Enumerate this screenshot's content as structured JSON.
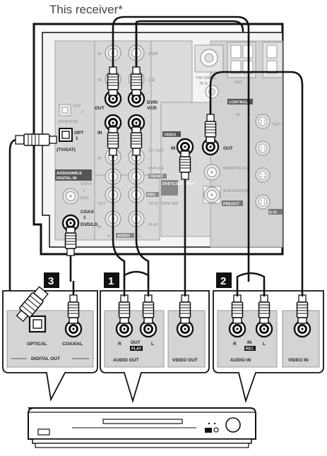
{
  "caption": "This receiver*",
  "receiver": {
    "aux": "AUX",
    "cd": "CD",
    "fm_unbal": "FM UNBAL",
    "fm_ohm": "75 Ω",
    "ant": "ANT",
    "in": "IN",
    "out": "OUT",
    "dvr_vcr_top": "DVR/",
    "dvr_vcr_bottom": "VCR",
    "opt_dvr_vcr": "(DVR/VCR)",
    "opt": "OPT",
    "opt_num1": "1",
    "opt_num2": "2",
    "tv_sat_opt": "(TV/SAT)",
    "assignable": "ASSIGNABLE",
    "digital_in": "DIGITAL IN",
    "coax": "COAX",
    "coax_num1": "1",
    "coax_num2": "2",
    "coax_cd": "(CD)",
    "dvd_ld": "DVD/LD",
    "tv_sat": "TV / SAT",
    "dvd_ld_front": "DVD /LD",
    "front": "FRONT",
    "rec": "REC",
    "cdr_tape_md": "CD-R /TAPE /MD",
    "play": "PLAY",
    "dvd_51ch_input": "DVD 5.1CH INPUT",
    "r": "R",
    "audio": "AUDIO",
    "l": "L",
    "video": "VIDEO",
    "monitor_out": "MONITOR OUT",
    "sub_woofer": "SUB WOOFER",
    "preout": "PREOUT",
    "s_video": "S-VI",
    "control": "CONTROL",
    "out_right": "OUT"
  },
  "steps": {
    "one": "1",
    "two": "2",
    "three": "3"
  },
  "panel_3": {
    "optical": "OPTICAL",
    "coaxial": "COAXIAL",
    "digital_out": "DIGITAL OUT"
  },
  "panel_1": {
    "r": "R",
    "out": "OUT",
    "play": "PLAY",
    "l": "L",
    "audio_out": "AUDIO OUT",
    "video_out": "VIDEO OUT"
  },
  "panel_2": {
    "r": "R",
    "in": "IN",
    "rec": "REC",
    "l": "L",
    "audio_in": "AUDIO IN",
    "video_in": "VIDEO IN"
  },
  "colors": {
    "line": "#111111",
    "panel_grey": "#d4d4d4",
    "jack_grey": "#bdbdbd",
    "label_dark": "#222222"
  }
}
